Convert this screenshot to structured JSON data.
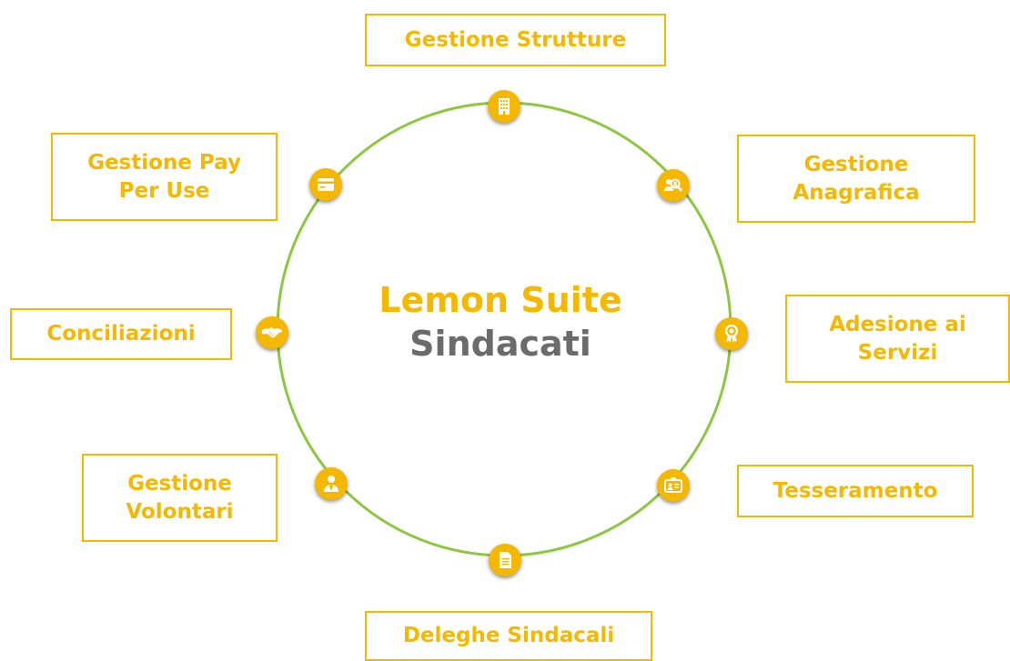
{
  "center": {
    "title": "Lemon Suite",
    "subtitle": "Sindacati"
  },
  "colors": {
    "accent": "#f5b800",
    "ring": "#8dc63f",
    "subtitle": "#6b6b6b",
    "box_border": "#f5b800"
  },
  "modules": {
    "strutture": {
      "lines": [
        "Gestione Strutture"
      ],
      "icon": "building-icon"
    },
    "anagrafica": {
      "lines": [
        "Gestione",
        "Anagrafica"
      ],
      "icon": "users-search-icon"
    },
    "adesione": {
      "lines": [
        "Adesione ai",
        "Servizi"
      ],
      "icon": "award-ribbon-icon"
    },
    "tesseramento": {
      "lines": [
        "Tesseramento"
      ],
      "icon": "id-card-icon"
    },
    "deleghe": {
      "lines": [
        "Deleghe Sindacali"
      ],
      "icon": "document-icon"
    },
    "volontari": {
      "lines": [
        "Gestione",
        "Volontari"
      ],
      "icon": "person-tie-icon"
    },
    "conciliazioni": {
      "lines": [
        "Conciliazioni"
      ],
      "icon": "handshake-icon"
    },
    "payperuse": {
      "lines": [
        "Gestione Pay",
        "Per Use"
      ],
      "icon": "credit-card-icon"
    }
  }
}
